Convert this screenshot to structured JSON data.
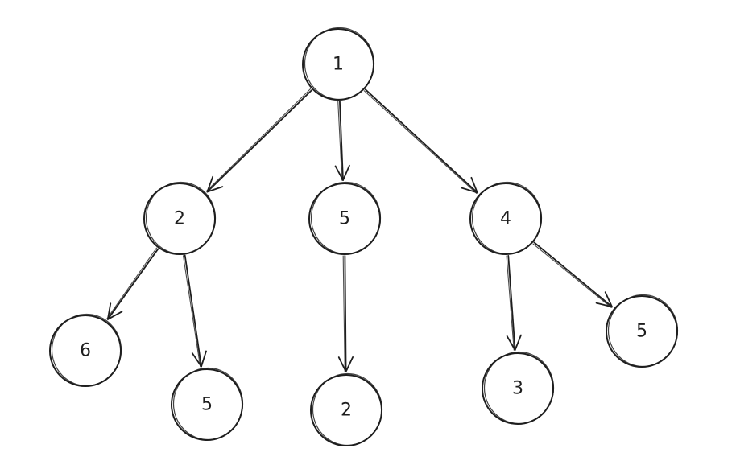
{
  "diagram": {
    "nodes": [
      {
        "id": "n1",
        "label": "1"
      },
      {
        "id": "n2",
        "label": "2"
      },
      {
        "id": "n5a",
        "label": "5"
      },
      {
        "id": "n4",
        "label": "4"
      },
      {
        "id": "n6",
        "label": "6"
      },
      {
        "id": "n5b",
        "label": "5"
      },
      {
        "id": "n2b",
        "label": "2"
      },
      {
        "id": "n3",
        "label": "3"
      },
      {
        "id": "n5c",
        "label": "5"
      }
    ],
    "edges": [
      {
        "from": "n1",
        "to": "n2"
      },
      {
        "from": "n1",
        "to": "n5a"
      },
      {
        "from": "n1",
        "to": "n4"
      },
      {
        "from": "n2",
        "to": "n6"
      },
      {
        "from": "n2",
        "to": "n5b"
      },
      {
        "from": "n5a",
        "to": "n2b"
      },
      {
        "from": "n4",
        "to": "n3"
      },
      {
        "from": "n4",
        "to": "n5c"
      }
    ],
    "colors": {
      "stroke": "#1e1e1e",
      "background": "#ffffff"
    }
  }
}
